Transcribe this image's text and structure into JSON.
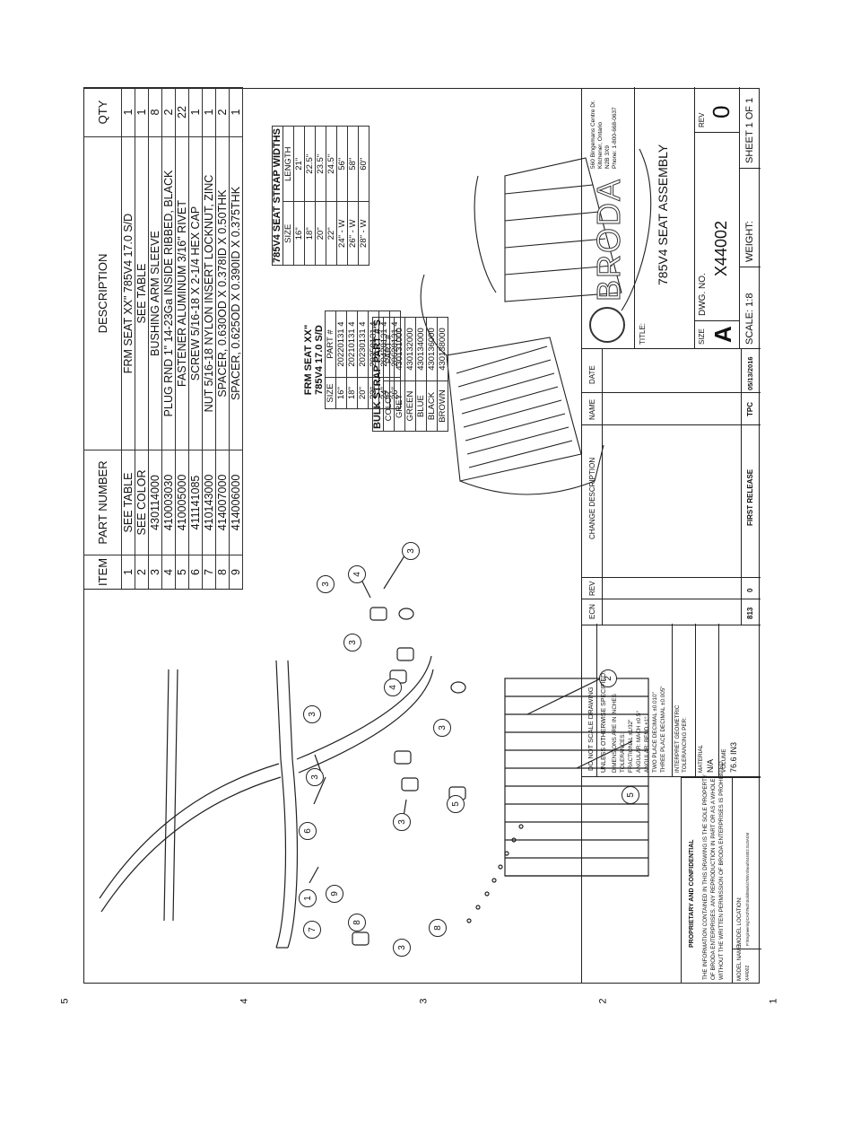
{
  "bom": {
    "headers": {
      "item": "ITEM",
      "part_number": "PART NUMBER",
      "description": "DESCRIPTION",
      "qty": "QTY"
    },
    "rows": [
      {
        "item": "1",
        "part_number": "SEE TABLE",
        "description": "FRM SEAT XX\" 785V4 17.0 S/D",
        "qty": "1"
      },
      {
        "item": "2",
        "part_number": "SEE COLOR",
        "description": "SEE TABLE",
        "qty": "1"
      },
      {
        "item": "3",
        "part_number": "430114000",
        "description": "BUSHING ARM SLEEVE",
        "qty": "8"
      },
      {
        "item": "4",
        "part_number": "410003030",
        "description": "PLUG RND 1\" 14-23Ga INSIDE RIBBED, BLACK",
        "qty": "2"
      },
      {
        "item": "5",
        "part_number": "410005000",
        "description": "FASTENER ALUMINUM 3/16\" RIVET",
        "qty": "22"
      },
      {
        "item": "6",
        "part_number": "411141085",
        "description": "SCREW 5/16-18 X 2-1/4 HEX CAP",
        "qty": "1"
      },
      {
        "item": "7",
        "part_number": "410143000",
        "description": "NUT 5/16-18 NYLON INSERT LOCKNUT, ZINC",
        "qty": "1"
      },
      {
        "item": "8",
        "part_number": "414007000",
        "description": "SPACER, 0.630OD X 0.378ID X 0.50THK",
        "qty": "2"
      },
      {
        "item": "9",
        "part_number": "414006000",
        "description": "SPACER, 0.625OD X 0.390ID X 0.375THK",
        "qty": "1"
      }
    ]
  },
  "frm_table": {
    "title_line1": "FRM SEAT XX\"",
    "title_line2": "785V4 17.0 S/D",
    "headers": {
      "size": "SIZE",
      "part": "PART #"
    },
    "rows": [
      {
        "size": "16\"",
        "part": "20220131 4"
      },
      {
        "size": "18\"",
        "part": "20210131 4"
      },
      {
        "size": "20\"",
        "part": "20230131 4"
      },
      {
        "size": "22\"",
        "part": "20250131 4"
      },
      {
        "size": "24\"",
        "part": "20420131 4"
      },
      {
        "size": "26\"",
        "part": "20620131 4"
      }
    ]
  },
  "strap_width_table": {
    "title": "785V4 SEAT STRAP WIDTHS",
    "headers": {
      "size": "SIZE",
      "length": "LENGTH"
    },
    "rows": [
      {
        "size": "16\"",
        "length": "21\""
      },
      {
        "size": "18\"",
        "length": "22.5\""
      },
      {
        "size": "20\"",
        "length": "23.5\""
      },
      {
        "size": "22\"",
        "length": "24.5\""
      },
      {
        "size": "24\" - W",
        "length": "56\""
      },
      {
        "size": "26\" - W",
        "length": "58\""
      },
      {
        "size": "28\" - W",
        "length": "60\""
      }
    ]
  },
  "bulk_strap_table": {
    "title": "BULK STRAP PART #'S",
    "headers": {
      "color": "COLOR",
      "part": "PART #"
    },
    "rows": [
      {
        "color": "GREY",
        "part": "430131000"
      },
      {
        "color": "GREEN",
        "part": "430132000"
      },
      {
        "color": "BLUE",
        "part": "430134000"
      },
      {
        "color": "BLACK",
        "part": "430136000"
      },
      {
        "color": "BROWN",
        "part": "430138000"
      }
    ]
  },
  "balloons": [
    "1",
    "2",
    "3",
    "3",
    "3",
    "3",
    "3",
    "3",
    "3",
    "3",
    "4",
    "4",
    "5",
    "5",
    "6",
    "7",
    "8",
    "8",
    "9"
  ],
  "notes": {
    "do_not_scale": "DO NOT SCALE DRAWING",
    "unless": "UNLESS OTHERWISE SPECIFIED:",
    "dimensions": "DIMENSIONS ARE IN INCHES",
    "tolerances": "TOLERANCES:",
    "fractional": "FRACTIONAL ±1/32\"",
    "angular_mach": "ANGULAR: MACH ±0.5°",
    "angular_bend": "ANGULAR: BEND ±1°",
    "two_place": "TWO PLACE DECIMAL    ±0.010\"",
    "three_place": "THREE PLACE DECIMAL   ±0.005\"",
    "interpret1": "INTERPRET GEOMETRIC",
    "interpret2": "TOLERANCING PER:",
    "material_label": "MATERIAL",
    "material_value": "N/A",
    "volume_label": "VOLUME",
    "volume_value": "76.6 IN3"
  },
  "proprietary": {
    "title": "PROPRIETARY AND CONFIDENTIAL",
    "line1": "THE INFORMATION CONTAINED IN THIS DRAWING IS THE SOLE PROPERTY",
    "line2": "OF BRODA ENTERPRISES.  ANY REPRODUCTION IN PART OR AS A WHOLE",
    "line3": "WITHOUT THE WRITTEN PERMISSION OF BRODA ENTERPRISES IS PROHIBITED.",
    "model_name_label": "MODEL NAME:",
    "model_name_value": "X44002",
    "model_location_label": "MODEL LOCATION:",
    "model_location_value": "P:\\Engineering\\CAD\\Tech\\SolidWorks\\785V4\\seat\\X44002.SLDASM"
  },
  "revisions": {
    "headers": {
      "ecn": "ECN",
      "rev": "REV",
      "change": "CHANGE DESCRIPTION",
      "name": "NAME",
      "date": "DATE"
    },
    "row": {
      "ecn": "813",
      "rev": "0",
      "change": "FIRST RELEASE",
      "name": "TPC",
      "date": "05/13/2016"
    }
  },
  "title_block": {
    "company": "BRODA",
    "address1": "560 Bingemans Centre Dr.",
    "address2": "Kitchener, Ontario",
    "address3": "N2B 3X9",
    "phone": "Phone: 1-800-668-0637",
    "title_label": "TITLE:",
    "title_value": "785V4 SEAT ASSEMBLY",
    "size_label": "SIZE",
    "size_value": "A",
    "dwg_label": "DWG. NO.",
    "dwg_value": "X44002",
    "rev_label": "REV",
    "rev_value": "0",
    "scale": "SCALE: 1:8",
    "weight": "WEIGHT:",
    "sheet": "SHEET 1 OF 1"
  },
  "zones": [
    "5",
    "4",
    "3",
    "2",
    "1"
  ]
}
